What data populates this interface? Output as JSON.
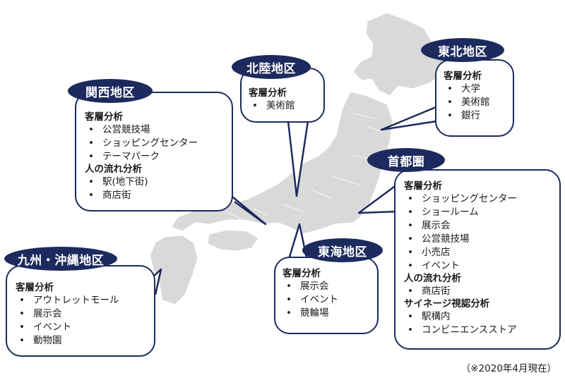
{
  "regions": {
    "kansai": {
      "title": "関西地区",
      "sections": [
        {
          "heading": "客層分析",
          "items": [
            "公営競技場",
            "ショッピングセンター",
            "テーマパーク"
          ]
        },
        {
          "heading": "人の流れ分析",
          "items": [
            "駅(地下街)",
            "商店街"
          ]
        }
      ]
    },
    "hokuriku": {
      "title": "北陸地区",
      "sections": [
        {
          "heading": "客層分析",
          "items": [
            "美術館"
          ]
        }
      ]
    },
    "tohoku": {
      "title": "東北地区",
      "sections": [
        {
          "heading": "客層分析",
          "items": [
            "大学",
            "美術館",
            "銀行"
          ]
        }
      ]
    },
    "shutoken": {
      "title": "首都圏",
      "sections": [
        {
          "heading": "客層分析",
          "items": [
            "ショッピングセンター",
            "ショールーム",
            "展示会",
            "公営競技場",
            "小売店",
            "イベント"
          ]
        },
        {
          "heading": "人の流れ分析",
          "items": [
            "商店街"
          ]
        },
        {
          "heading": "サイネージ視認分析",
          "items": [
            "駅構内",
            "コンビニエンスストア"
          ]
        }
      ]
    },
    "tokai": {
      "title": "東海地区",
      "sections": [
        {
          "heading": "客層分析",
          "items": [
            "展示会",
            "イベント",
            "競輪場"
          ]
        }
      ]
    },
    "kyushu": {
      "title": "九州・沖縄地区",
      "sections": [
        {
          "heading": "客層分析",
          "items": [
            "アウトレットモール",
            "展示会",
            "イベント",
            "動物園"
          ]
        }
      ]
    }
  },
  "footnote": "（※2020年4月現在）",
  "colors": {
    "header": "#1c2a5e",
    "border": "#1c2a5e",
    "map": "#d8d8d8"
  }
}
